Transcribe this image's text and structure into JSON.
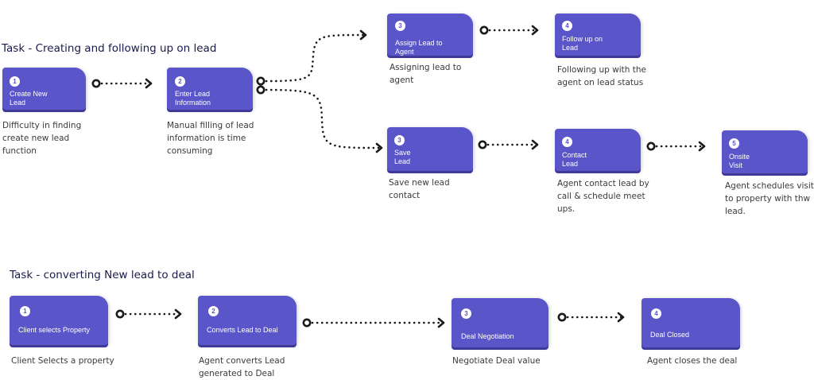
{
  "flow1": {
    "title": "Task - Creating and following up on lead",
    "steps": [
      {
        "num": "1",
        "label": "Create New\nLead",
        "desc": "Difficulty in finding\ncreate new lead\nfunction"
      },
      {
        "num": "2",
        "label": "Enter Lead\nInformation",
        "desc": "Manual filling of lead\ninformation is time\nconsuming"
      },
      {
        "num": "3",
        "label": "Assign Lead to\nAgent",
        "desc": "Assigning lead to\nagent"
      },
      {
        "num": "4",
        "label": "Follow up on\nLead",
        "desc": "Following up with the\nagent on lead status"
      },
      {
        "num": "3",
        "label": "Save\nLead",
        "desc": "Save new lead\ncontact"
      },
      {
        "num": "4",
        "label": "Contact\nLead",
        "desc": "Agent contact lead by\ncall & schedule meet\nups."
      },
      {
        "num": "5",
        "label": "Onsite\nVisit",
        "desc": "Agent schedules visit\nto property with thw\nlead."
      }
    ]
  },
  "flow2": {
    "title": "Task - converting New lead to deal",
    "steps": [
      {
        "num": "1",
        "label": "Client selects Property",
        "desc": "Client Selects a property"
      },
      {
        "num": "2",
        "label": "Converts Lead to Deal",
        "desc": "Agent converts Lead\ngenerated to Deal"
      },
      {
        "num": "3",
        "label": "Deal Negotiation",
        "desc": "Negotiate Deal value"
      },
      {
        "num": "4",
        "label": "Deal Closed",
        "desc": "Agent closes the deal"
      }
    ]
  },
  "colors": {
    "card": "#5a55c8",
    "connector": "#1a1a1a"
  }
}
